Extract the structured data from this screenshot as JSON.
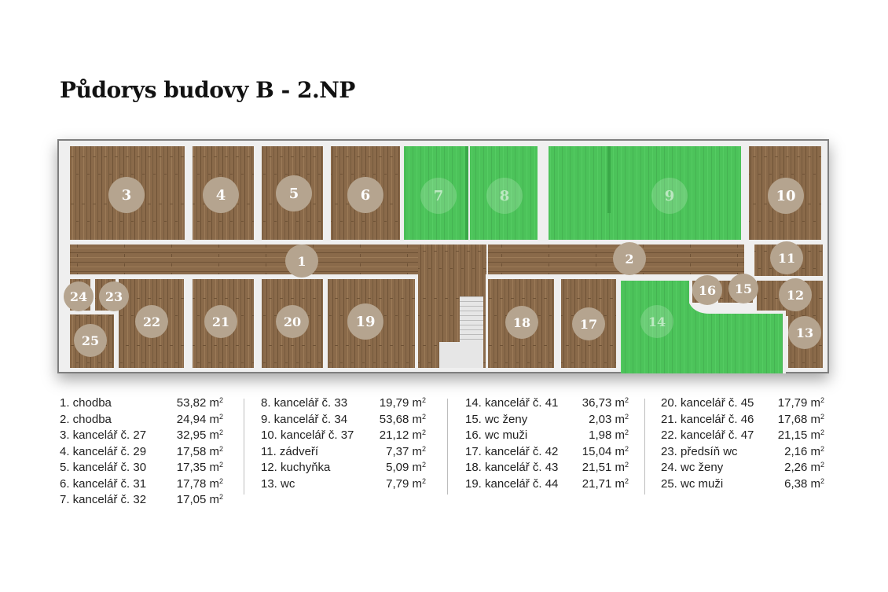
{
  "title": "Půdorys budovy B - 2.NP",
  "colors": {
    "floor": "#8a6a4a",
    "office_highlight": "#4cc35a",
    "wall": "#efefef",
    "marker": "#b5a48f",
    "marker_text": "#ffffff"
  },
  "plan": {
    "room_markers": [
      {
        "id": "1"
      },
      {
        "id": "2"
      },
      {
        "id": "3"
      },
      {
        "id": "4"
      },
      {
        "id": "5"
      },
      {
        "id": "6"
      },
      {
        "id": "7"
      },
      {
        "id": "8"
      },
      {
        "id": "9"
      },
      {
        "id": "10"
      },
      {
        "id": "11"
      },
      {
        "id": "12"
      },
      {
        "id": "13"
      },
      {
        "id": "14"
      },
      {
        "id": "15"
      },
      {
        "id": "16"
      },
      {
        "id": "17"
      },
      {
        "id": "18"
      },
      {
        "id": "19"
      },
      {
        "id": "20"
      },
      {
        "id": "21"
      },
      {
        "id": "22"
      },
      {
        "id": "23"
      },
      {
        "id": "24"
      },
      {
        "id": "25"
      }
    ],
    "highlighted_rooms": [
      "7",
      "8",
      "9",
      "14"
    ]
  },
  "legend": {
    "columns": [
      [
        {
          "name": "1. chodba",
          "area": "53,82 m",
          "unit_sup": "2"
        },
        {
          "name": "2. chodba",
          "area": "24,94 m",
          "unit_sup": "2"
        },
        {
          "name": "3. kancelář č. 27",
          "area": "32,95 m",
          "unit_sup": "2"
        },
        {
          "name": "4. kancelář č. 29",
          "area": "17,58 m",
          "unit_sup": "2"
        },
        {
          "name": "5. kancelář č. 30",
          "area": "17,35 m",
          "unit_sup": "2"
        },
        {
          "name": "6. kancelář č. 31",
          "area": "17,78 m",
          "unit_sup": "2"
        },
        {
          "name": "7. kancelář č. 32",
          "area": "17,05 m",
          "unit_sup": "2"
        }
      ],
      [
        {
          "name": "8. kancelář č. 33",
          "area": "19,79 m",
          "unit_sup": "2"
        },
        {
          "name": "9. kancelář č. 34",
          "area": "53,68 m",
          "unit_sup": "2"
        },
        {
          "name": "10. kancelář č. 37",
          "area": "21,12 m",
          "unit_sup": "2"
        },
        {
          "name": "11. zádveří",
          "area": "7,37 m",
          "unit_sup": "2"
        },
        {
          "name": "12. kuchyňka",
          "area": "5,09 m",
          "unit_sup": "2"
        },
        {
          "name": "13. wc",
          "area": "7,79 m",
          "unit_sup": "2"
        }
      ],
      [
        {
          "name": "14. kancelář č. 41",
          "area": "36,73 m",
          "unit_sup": "2"
        },
        {
          "name": "15. wc ženy",
          "area": "2,03 m",
          "unit_sup": "2"
        },
        {
          "name": "16. wc muži",
          "area": "1,98 m",
          "unit_sup": "2"
        },
        {
          "name": "17. kancelář č. 42",
          "area": "15,04 m",
          "unit_sup": "2"
        },
        {
          "name": "18. kancelář č. 43",
          "area": "21,51 m",
          "unit_sup": "2"
        },
        {
          "name": "19. kancelář č. 44",
          "area": "21,71 m",
          "unit_sup": "2"
        }
      ],
      [
        {
          "name": "20. kancelář č. 45",
          "area": "17,79 m",
          "unit_sup": "2"
        },
        {
          "name": "21. kancelář č. 46",
          "area": "17,68 m",
          "unit_sup": "2"
        },
        {
          "name": "22. kancelář č. 47",
          "area": "21,15 m",
          "unit_sup": "2"
        },
        {
          "name": "23. předsíň wc",
          "area": "2,16 m",
          "unit_sup": "2"
        },
        {
          "name": "24. wc ženy",
          "area": "2,26 m",
          "unit_sup": "2"
        },
        {
          "name": "25. wc muži",
          "area": "6,38 m",
          "unit_sup": "2"
        }
      ]
    ]
  }
}
